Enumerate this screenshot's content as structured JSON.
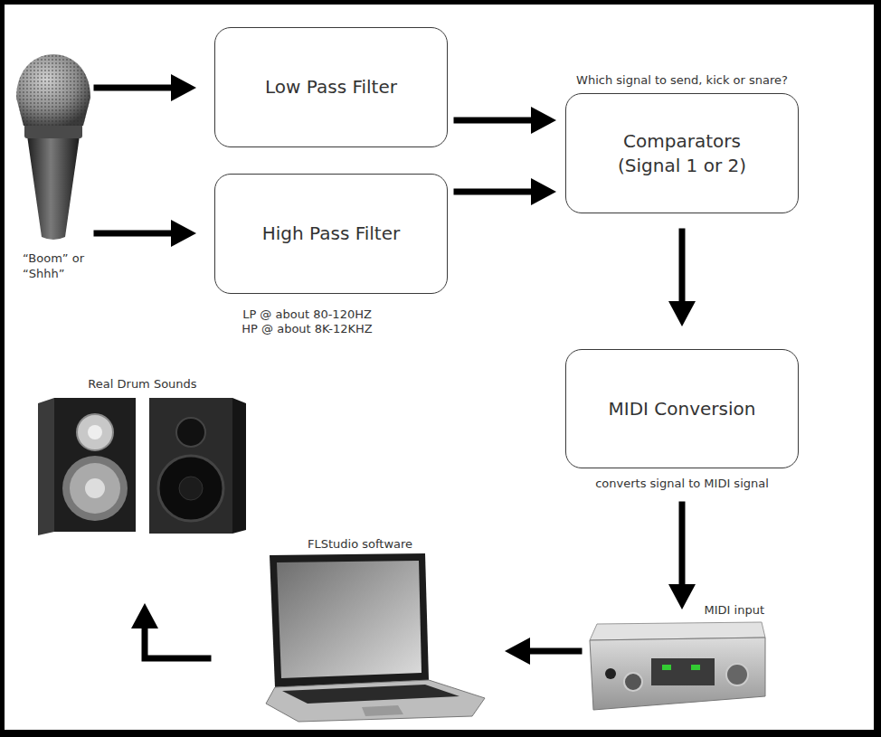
{
  "diagram": {
    "nodes": [
      {
        "text": [
          "“Boom” or “Shhh”"
        ]
      },
      {
        "text": [
          "Low Pass Filter"
        ]
      },
      {
        "text": [
          "High Pass Filter"
        ]
      },
      {
        "text": [
          "Which signal to send, kick or snare?",
          "Comparators (Signal 1 or 2)"
        ]
      },
      {
        "text": [
          "MIDI Conversion",
          "converts signal to MIDI signal"
        ]
      },
      {
        "text": [
          "Real Drum Sounds"
        ]
      },
      {
        "text": [
          "FLStudio software"
        ]
      },
      {
        "text": [
          "MIDI input"
        ]
      }
    ],
    "edges": [
      {
        "from": 0,
        "to": 1,
        "arrow": "to"
      },
      {
        "from": 0,
        "to": 2,
        "arrow": "to"
      },
      {
        "from": 1,
        "to": 3,
        "arrow": "to"
      },
      {
        "from": 2,
        "to": 3,
        "arrow": "to"
      },
      {
        "from": 3,
        "to": 4,
        "arrow": "to"
      },
      {
        "from": 4,
        "to": 7,
        "arrow": "to"
      },
      {
        "from": 7,
        "to": 6,
        "arrow": "to"
      },
      {
        "from": 6,
        "to": 5,
        "arrow": "to"
      }
    ],
    "labels": [
      "LP @ about 80-120HZ HP @ about 8K-12KHZ"
    ]
  }
}
